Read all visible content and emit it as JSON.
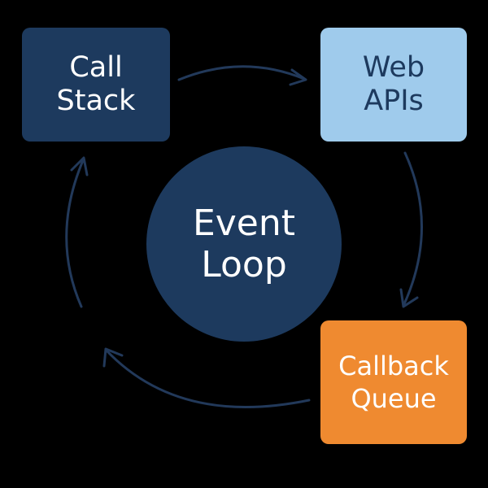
{
  "diagram": {
    "background": "#000000",
    "arrow_color": "#22395a",
    "nodes": {
      "call_stack": {
        "label": "Call\nStack",
        "fill": "#1d3a5e",
        "text_color": "#ffffff"
      },
      "web_apis": {
        "label": "Web\nAPIs",
        "fill": "#9fcbec",
        "text_color": "#1d3a5e"
      },
      "callback_queue": {
        "label": "Callback\nQueue",
        "fill": "#ef8a30",
        "text_color": "#ffffff"
      },
      "event_loop": {
        "label": "Event\nLoop",
        "fill": "#1d3a5e",
        "text_color": "#ffffff",
        "shape": "circle"
      }
    },
    "edges": [
      {
        "from": "call_stack",
        "to": "web_apis"
      },
      {
        "from": "web_apis",
        "to": "callback_queue"
      },
      {
        "from": "callback_queue",
        "to": "call_stack"
      }
    ]
  }
}
